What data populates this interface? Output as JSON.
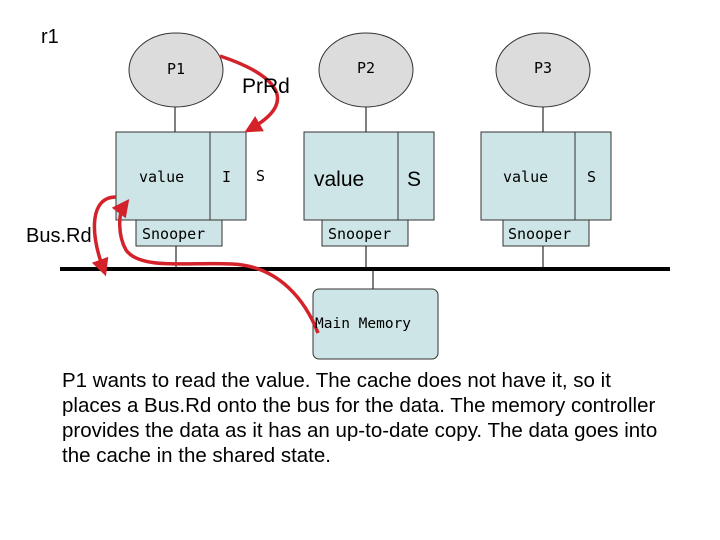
{
  "slide": {
    "label": "r1"
  },
  "processors": [
    {
      "name": "P1",
      "cache_value": "value",
      "cache_state": "I",
      "snooper": "Snooper"
    },
    {
      "name": "P2",
      "cache_value": "value",
      "cache_state": "S",
      "snooper": "Snooper"
    },
    {
      "name": "P3",
      "cache_value": "value",
      "cache_state": "S",
      "snooper": "Snooper"
    }
  ],
  "annotations": {
    "prrd": "PrRd",
    "busrd": "Bus.Rd",
    "s_label": "S"
  },
  "memory": {
    "label": "Main Memory"
  },
  "caption": "P1 wants to read the value. The cache does not have it, so it places a Bus.Rd onto the bus for the data. The memory controller provides the data as it has an up-to-date copy. The data goes into the cache in the shared state.",
  "colors": {
    "fill": "#cde5e6",
    "circle_fill": "#dcdcdc",
    "arrow": "#d4222a"
  }
}
